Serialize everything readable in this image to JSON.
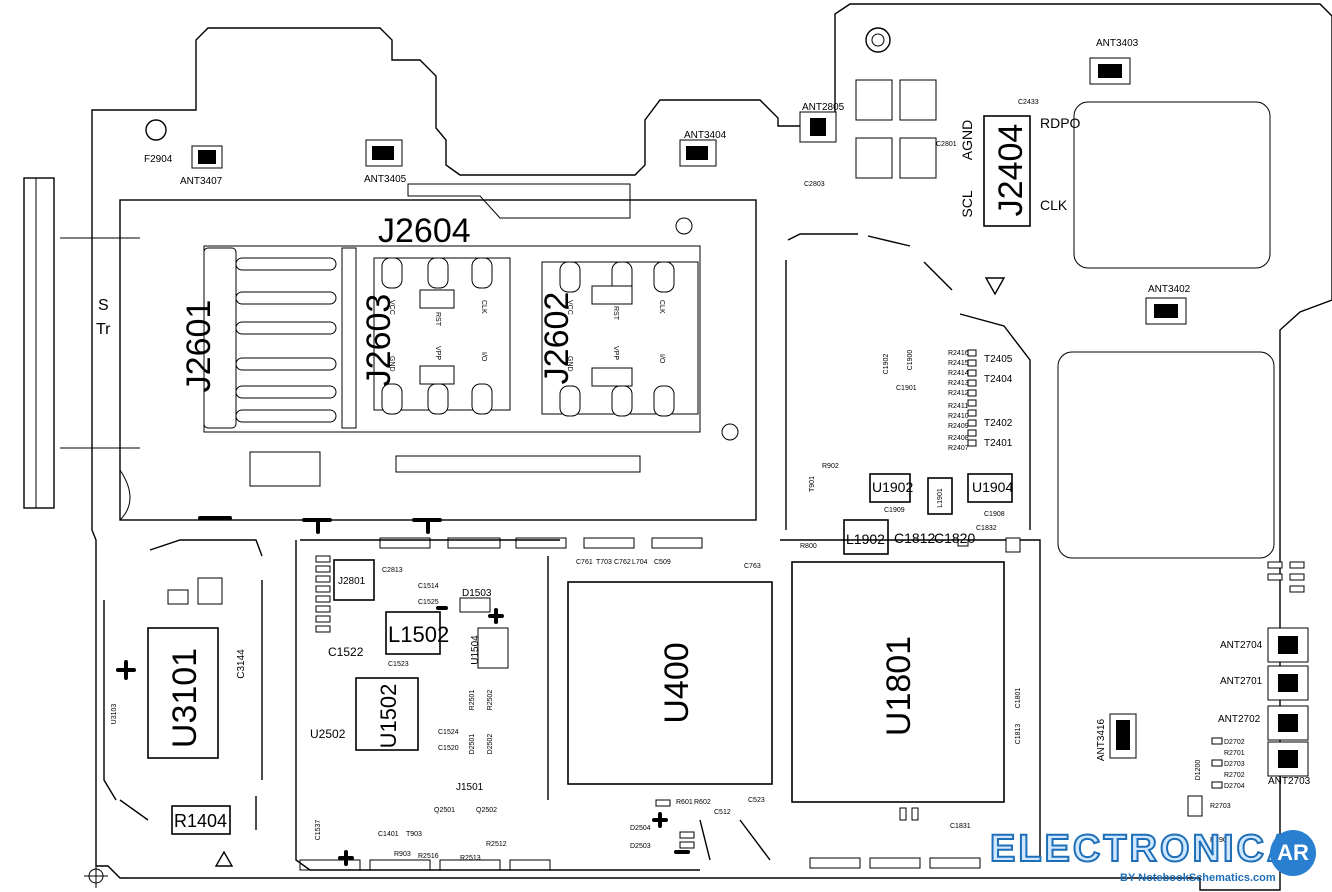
{
  "ics": {
    "u400": "U400",
    "u1801": "U1801",
    "j2604": "J2604",
    "j2601": "J2601",
    "j2603": "J2603",
    "j2602": "J2602",
    "j2404": "J2404",
    "u3101": "U3101",
    "u1502": "U1502",
    "l1502": "L1502",
    "r1404": "R1404",
    "u1902": "U1902",
    "u1904": "U1904",
    "l1902": "L1902",
    "c1812": "C1812",
    "c1820": "C1820",
    "u2502": "U2502",
    "d1503": "D1503",
    "c1522": "C1522",
    "u1504": "U1504",
    "j1501": "J1501"
  },
  "antennas": {
    "ant3407": "ANT3407",
    "ant3405": "ANT3405",
    "ant3404": "ANT3404",
    "ant2805": "ANT2805",
    "ant3403": "ANT3403",
    "ant3402": "ANT3402",
    "ant2704": "ANT2704",
    "ant2701": "ANT2701",
    "ant2702": "ANT2702",
    "ant2703": "ANT2703",
    "ant3416": "ANT3416"
  },
  "labels": {
    "f2904": "F2904",
    "agnd": "AGND",
    "scl": "SCL",
    "rdpo": "RDPO",
    "clk": "CLK",
    "t2405": "T2405",
    "t2404": "T2404",
    "t2402": "T2402",
    "t2401": "T2401",
    "r902": "R902",
    "c1909": "C1909",
    "c1908": "C1908",
    "c1832": "C1832",
    "r800": "R800",
    "c1514": "C1514",
    "c1525": "C1525",
    "c1523": "C1523",
    "c1520": "C1520",
    "c1524": "C1524",
    "c1401": "C1401",
    "c1537": "C1537",
    "t903": "T903",
    "r903": "R903",
    "q2502": "Q2502",
    "q2501": "Q2501",
    "d2504": "D2504",
    "d2503": "D2503",
    "d1200": "D1200",
    "r601": "R601",
    "r602": "R602",
    "c512": "C512",
    "c523": "C523",
    "c761": "C761",
    "t703": "T703",
    "c762": "C762",
    "l704": "L704",
    "c509": "C509",
    "c763": "C763",
    "c2813": "C2813",
    "j2801": "J2801",
    "c3144": "C3144",
    "u3103": "U3103",
    "t901": "T901",
    "c1831": "C1831",
    "l1901": "L1901",
    "c1901": "C1901",
    "c1902": "C1902",
    "c1900": "C1900",
    "c2803": "C2803",
    "c2801": "C2801",
    "c2433": "C2433",
    "d2702": "D2702",
    "r2701": "R2701",
    "d2703": "D2703",
    "r2702": "R2702",
    "d2704": "D2704",
    "r2703": "R2703",
    "r2903": "R2903",
    "c1801": "C1801",
    "c1813": "C1813",
    "r2512": "R2512",
    "r2513": "R2513",
    "r2516": "R2516",
    "d2501": "D2501",
    "d2502": "D2502",
    "r2501": "R2501",
    "r2502": "R2502",
    "s_mark": "S",
    "tr_mark": "Tr",
    "rst1": "RST",
    "rst2": "RST",
    "clk1": "CLK",
    "clk2": "CLK",
    "vpp1": "VPP",
    "vpp2": "VPP",
    "io1": "I/O",
    "io2": "I/O",
    "vcc1": "VCC",
    "vcc2": "VCC",
    "gnd1": "GND",
    "gnd2": "GND",
    "r2416": "R2416",
    "r2415": "R2415",
    "r2414": "R2414",
    "r2413": "R2413",
    "r2412": "R2412",
    "r2411": "R2411",
    "r2410": "R2410",
    "r2409": "R2409",
    "r2408": "R2408",
    "r2407": "R2407"
  },
  "brand": {
    "name": "ELECTRONICA",
    "logo": "AR",
    "by": "BY NotebookSchematics.com"
  }
}
